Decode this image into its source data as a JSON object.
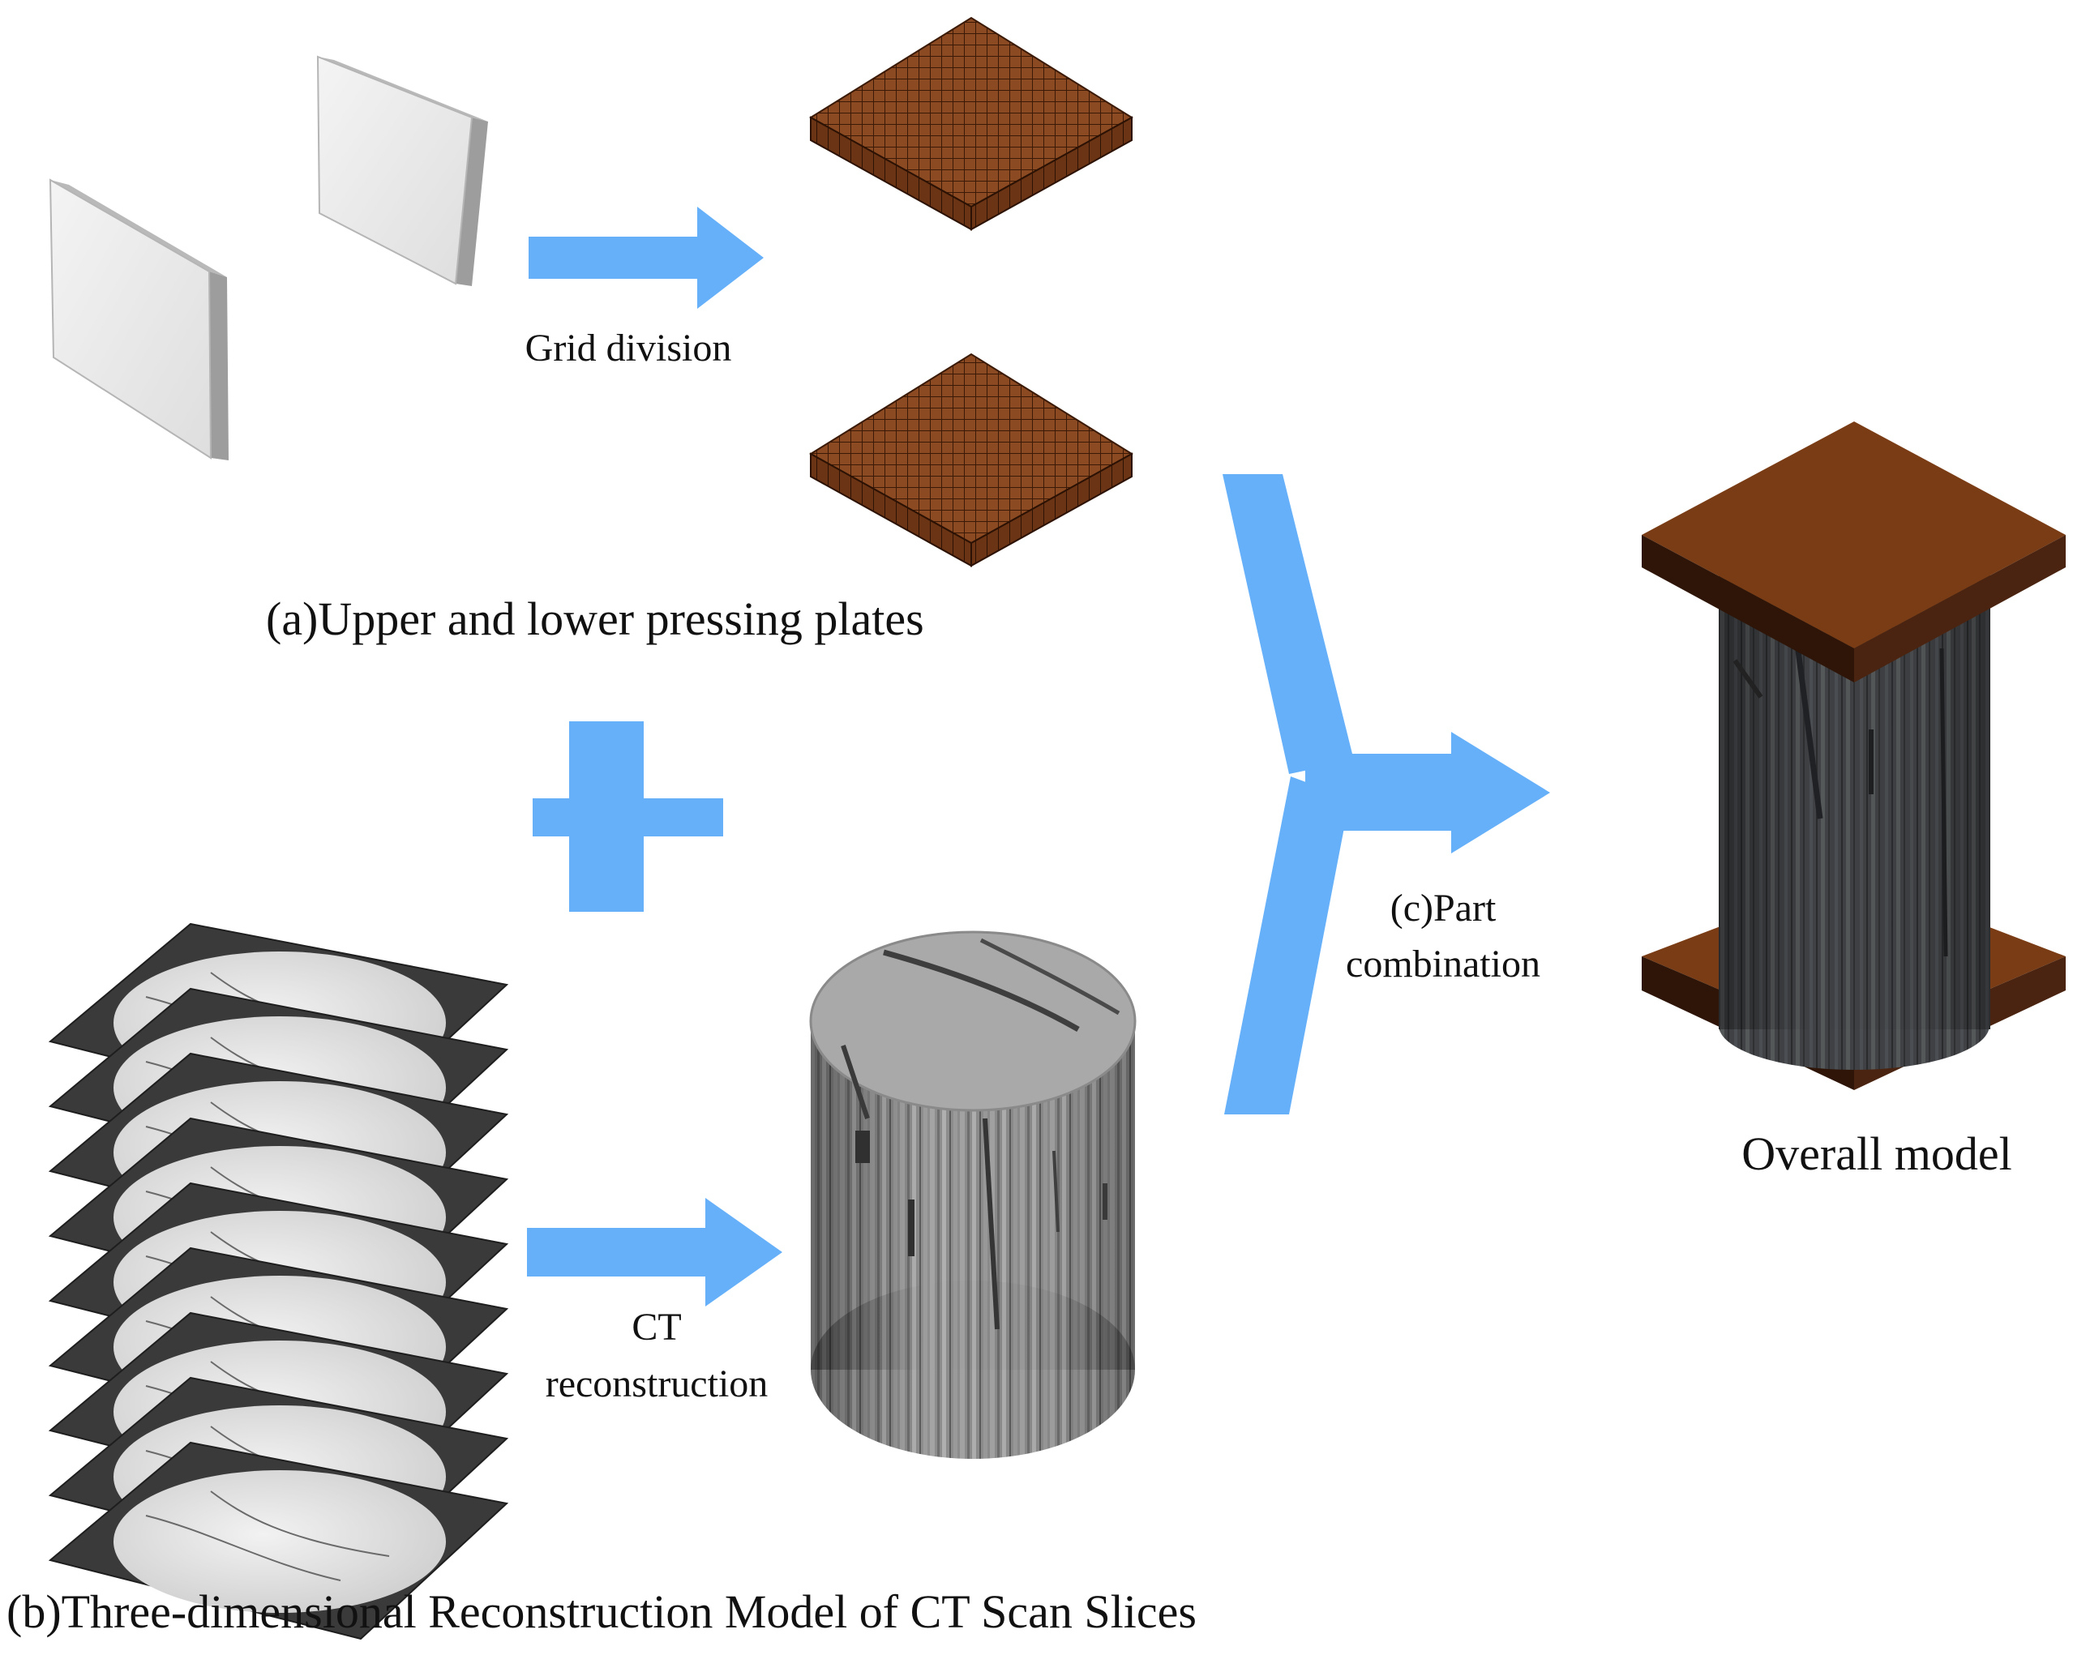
{
  "labels": {
    "grid_division": "Grid division",
    "plates_caption": "(a)Upper and lower pressing plates",
    "ct_line1": "CT",
    "ct_line2": "reconstruction",
    "part_line1": "(c)Part",
    "part_line2": "combination",
    "overall_model": "Overall model",
    "ct_caption": "(b)Three-dimensional Reconstruction Model of CT Scan Slices"
  },
  "colors": {
    "arrow": "#66b0fa",
    "plate_top": "#8b4a22",
    "plate_side": "#5a2a0e",
    "plain_plate": "#ececec",
    "sample_dark": "#3e4043",
    "sample_grey": "#9a9a9a",
    "slice_frame": "#3a3a3a"
  }
}
